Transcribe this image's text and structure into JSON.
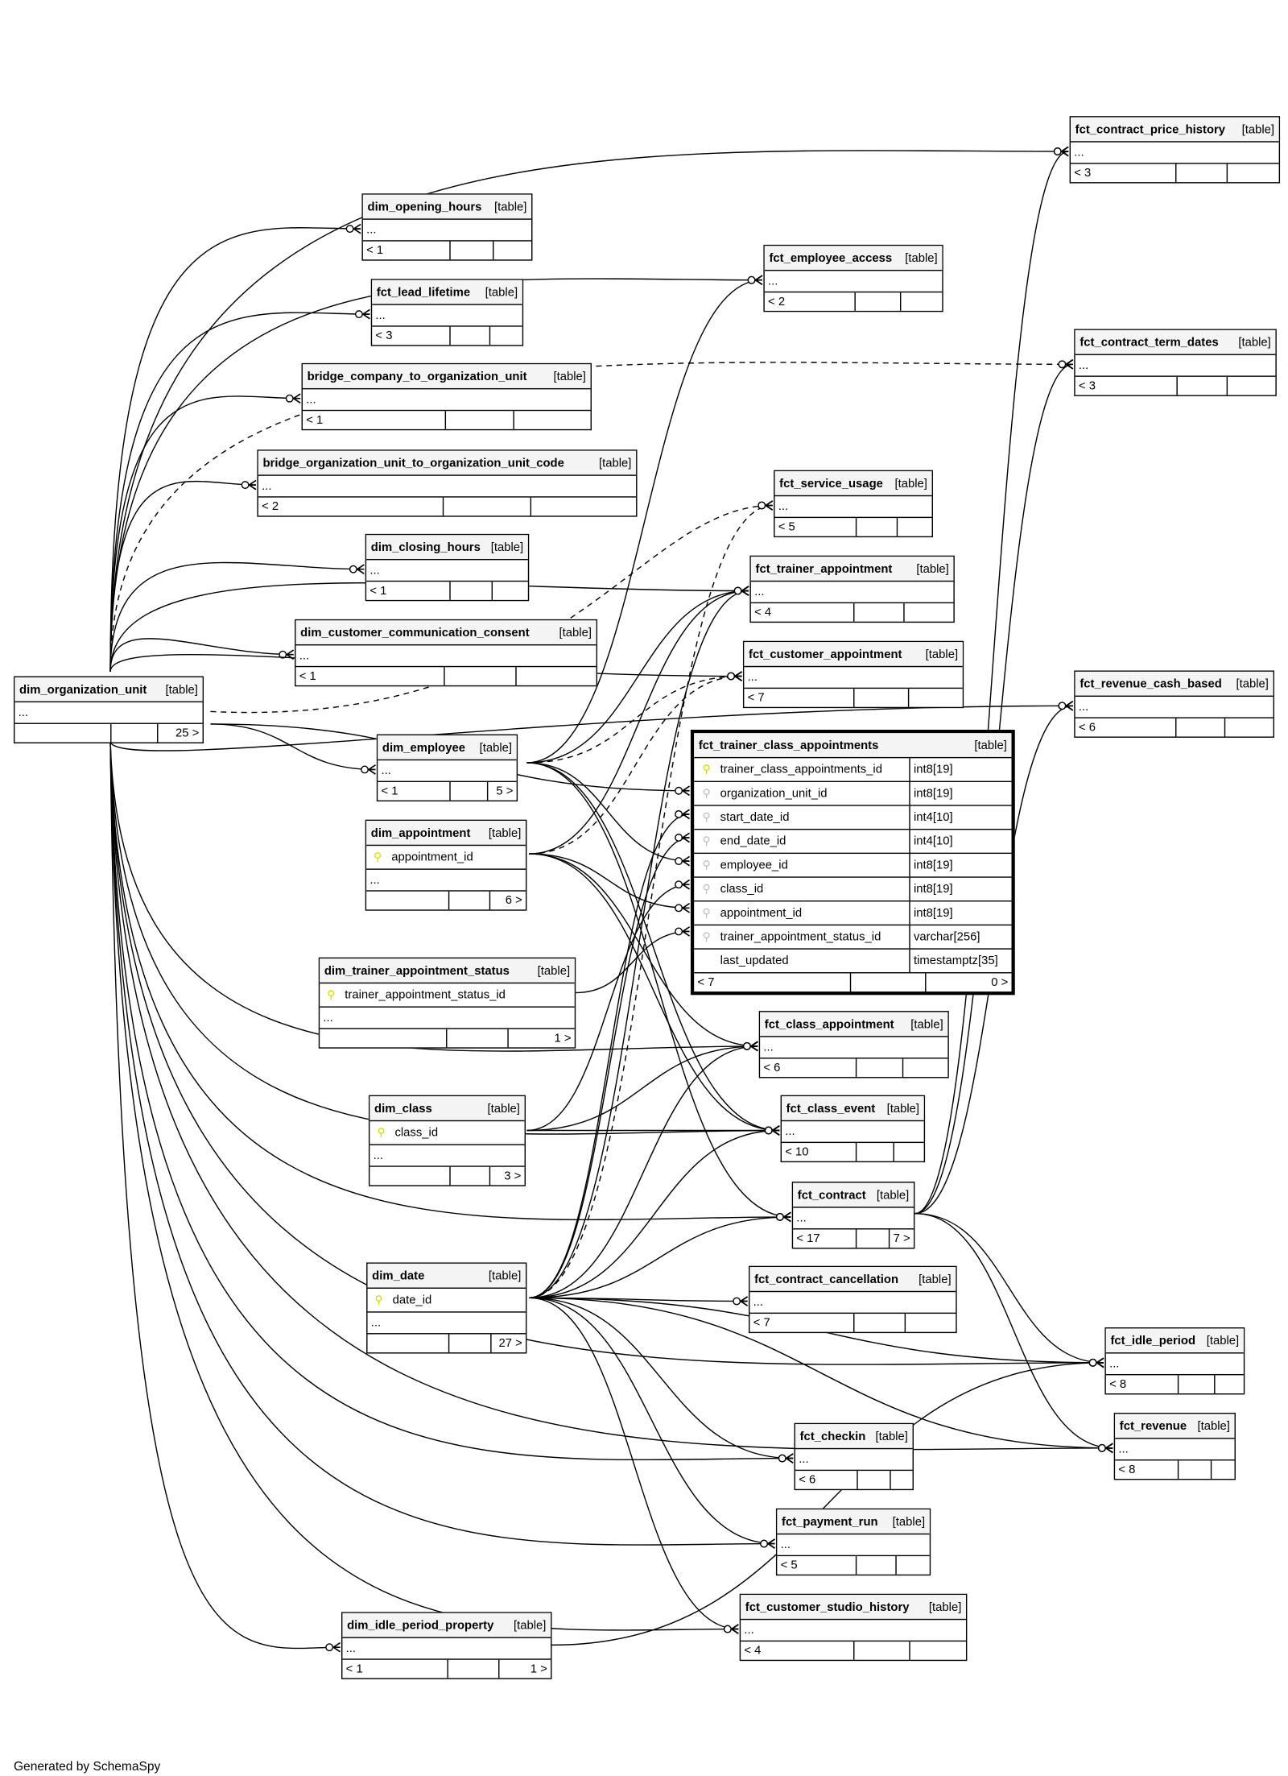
{
  "footer_text": "Generated by SchemaSpy",
  "table_label": "[table]",
  "ellipsis": "...",
  "tables": [
    {
      "name": "fct_contract_price_history",
      "left": "< 3",
      "right": ""
    },
    {
      "name": "fct_employee_access",
      "left": "< 2",
      "right": ""
    },
    {
      "name": "dim_opening_hours",
      "left": "< 1",
      "right": ""
    },
    {
      "name": "fct_lead_lifetime",
      "left": "< 3",
      "right": ""
    },
    {
      "name": "bridge_company_to_organization_unit",
      "left": "< 1",
      "right": ""
    },
    {
      "name": "bridge_organization_unit_to_organization_unit_code",
      "left": "< 2",
      "right": ""
    },
    {
      "name": "fct_contract_term_dates",
      "left": "< 3",
      "right": ""
    },
    {
      "name": "fct_service_usage",
      "left": "< 5",
      "right": ""
    },
    {
      "name": "dim_closing_hours",
      "left": "< 1",
      "right": ""
    },
    {
      "name": "fct_trainer_appointment",
      "left": "< 4",
      "right": ""
    },
    {
      "name": "dim_customer_communication_consent",
      "left": "< 1",
      "right": ""
    },
    {
      "name": "fct_customer_appointment",
      "left": "< 7",
      "right": ""
    },
    {
      "name": "fct_revenue_cash_based",
      "left": "< 6",
      "right": ""
    },
    {
      "name": "dim_organization_unit",
      "left": "",
      "right": "25 >"
    },
    {
      "name": "dim_employee",
      "left": "< 1",
      "right": "5 >"
    },
    {
      "name": "fct_trainer_class_appointments",
      "left": "< 7",
      "right": "0 >",
      "focus": true,
      "columns": [
        {
          "name": "trainer_class_appointments_id",
          "type": "int8[19]",
          "key": "pk"
        },
        {
          "name": "organization_unit_id",
          "type": "int8[19]",
          "key": "fk"
        },
        {
          "name": "start_date_id",
          "type": "int4[10]",
          "key": "fk"
        },
        {
          "name": "end_date_id",
          "type": "int4[10]",
          "key": "fk"
        },
        {
          "name": "employee_id",
          "type": "int8[19]",
          "key": "fk"
        },
        {
          "name": "class_id",
          "type": "int8[19]",
          "key": "fk"
        },
        {
          "name": "appointment_id",
          "type": "int8[19]",
          "key": "fk"
        },
        {
          "name": "trainer_appointment_status_id",
          "type": "varchar[256]",
          "key": "fk"
        },
        {
          "name": "last_updated",
          "type": "timestamptz[35]",
          "key": ""
        }
      ]
    },
    {
      "name": "dim_appointment",
      "left": "",
      "right": "6 >",
      "keys": [
        "appointment_id"
      ]
    },
    {
      "name": "dim_trainer_appointment_status",
      "left": "",
      "right": "1 >",
      "keys": [
        "trainer_appointment_status_id"
      ]
    },
    {
      "name": "fct_class_appointment",
      "left": "< 6",
      "right": ""
    },
    {
      "name": "dim_class",
      "left": "",
      "right": "3 >",
      "keys": [
        "class_id"
      ]
    },
    {
      "name": "fct_class_event",
      "left": "< 10",
      "right": ""
    },
    {
      "name": "fct_contract",
      "left": "< 17",
      "right": "7 >"
    },
    {
      "name": "dim_date",
      "left": "",
      "right": "27 >",
      "keys": [
        "date_id"
      ]
    },
    {
      "name": "fct_contract_cancellation",
      "left": "< 7",
      "right": ""
    },
    {
      "name": "fct_idle_period",
      "left": "< 8",
      "right": ""
    },
    {
      "name": "fct_revenue",
      "left": "< 8",
      "right": ""
    },
    {
      "name": "fct_checkin",
      "left": "< 6",
      "right": ""
    },
    {
      "name": "fct_payment_run",
      "left": "< 5",
      "right": ""
    },
    {
      "name": "fct_customer_studio_history",
      "left": "< 4",
      "right": ""
    },
    {
      "name": "dim_idle_period_property",
      "left": "< 1",
      "right": "1 >"
    }
  ],
  "key_icon_colors": {
    "primary": "#d8d800",
    "foreign": "#bbbbbb"
  }
}
